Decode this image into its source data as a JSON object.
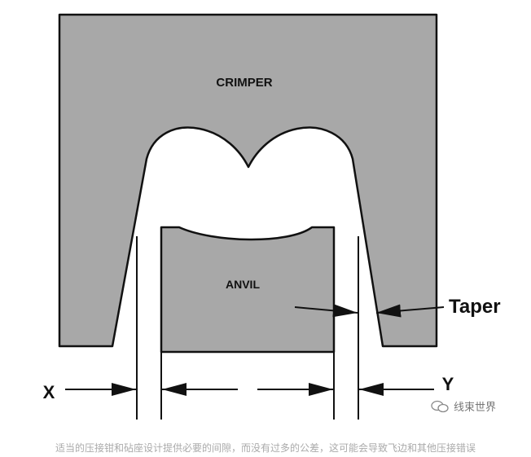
{
  "labels": {
    "crimper": "CRIMPER",
    "anvil": "ANVIL",
    "taper": "Taper",
    "x": "X",
    "y": "Y"
  },
  "caption": "适当的压接钳和砧座设计提供必要的间隙，而没有过多的公差，这可能会导致飞边和其他压接错误",
  "watermark": "线束世界",
  "colors": {
    "crimper_fill": "#a8a8a8",
    "anvil_fill": "#a8a8a8",
    "outline": "#111111",
    "background": "#ffffff"
  }
}
